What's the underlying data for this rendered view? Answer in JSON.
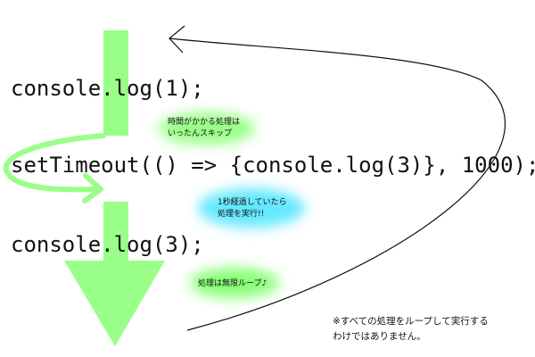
{
  "code": {
    "line1": "console.log(1);",
    "line2": "setTimeout(() => {console.log(3)}, 1000);",
    "line3": "console.log(3);"
  },
  "annotations": {
    "skip_note": "時間がかかる処理は\nいったんスキップ",
    "timeout_note": "1秒経過していたら\n処理を実行!!",
    "loop_note": "処理は無限ループ♪"
  },
  "footnote": "※すべての処理をループして実行する\nわけではありません。",
  "colors": {
    "flow_arrow": "#99ff88",
    "green_glow": "#88ff77",
    "cyan_glow": "#66e8ff",
    "loop_line": "#111111"
  }
}
